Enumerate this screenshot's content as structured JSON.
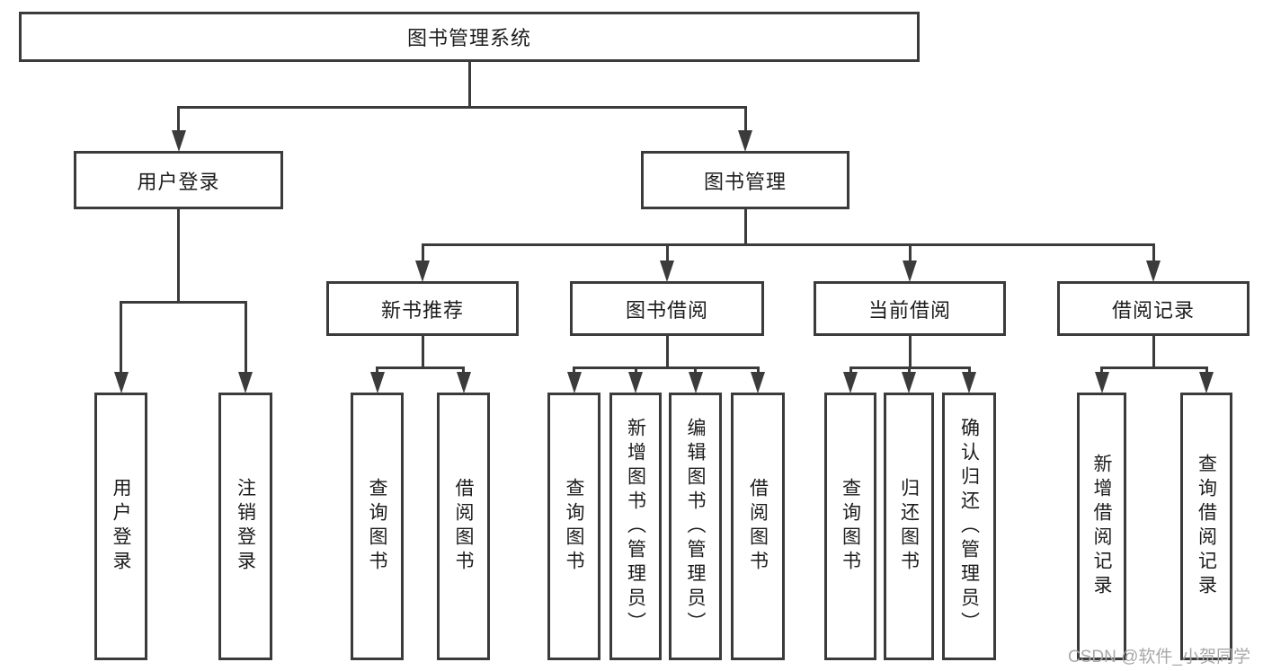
{
  "page": {
    "background": "#ffffff"
  },
  "colors": {
    "line": "#3b3b3b",
    "text": "#1c1c1c",
    "watermark_text_color": "#a8a8a8"
  },
  "chart_data": {
    "type": "hierarchy-diagram",
    "title": "图书管理系统",
    "hierarchy": {
      "root": "图书管理系统",
      "children": [
        {
          "label": "用户登录",
          "children": [
            "用户登录",
            "注销登录"
          ]
        },
        {
          "label": "图书管理",
          "children": [
            {
              "label": "新书推荐",
              "children": [
                "查询图书",
                "借阅图书"
              ]
            },
            {
              "label": "图书借阅",
              "children": [
                "查询图书",
                "新增图书（管理员）",
                "编辑图书（管理员）",
                "借阅图书"
              ]
            },
            {
              "label": "当前借阅",
              "children": [
                "查询图书",
                "归还图书",
                "确认归还（管理员）"
              ]
            },
            {
              "label": "借阅记录",
              "children": [
                "新增借阅记录",
                "查询借阅记录"
              ]
            }
          ]
        }
      ]
    }
  },
  "diagram": {
    "root": {
      "label": "图书管理系统"
    },
    "level2": {
      "user_login": {
        "label": "用户登录"
      },
      "book_management": {
        "label": "图书管理"
      }
    },
    "level3": {
      "new_book_recommend": {
        "label": "新书推荐"
      },
      "book_borrowing": {
        "label": "图书借阅"
      },
      "current_borrowing": {
        "label": "当前借阅"
      },
      "borrowing_records": {
        "label": "借阅记录"
      }
    },
    "leaves": {
      "user_login": [
        "用户登录",
        "注销登录"
      ],
      "new_book_recommend": [
        "查询图书",
        "借阅图书"
      ],
      "book_borrowing": [
        "查询图书",
        "新增图书（管理员）",
        "编辑图书（管理员）",
        "借阅图书"
      ],
      "current_borrowing": [
        "查询图书",
        "归还图书",
        "确认归还（管理员）"
      ],
      "borrowing_records": [
        "新增借阅记录",
        "查询借阅记录"
      ]
    }
  },
  "watermark": {
    "text": "CSDN @软件_小贺同学"
  }
}
